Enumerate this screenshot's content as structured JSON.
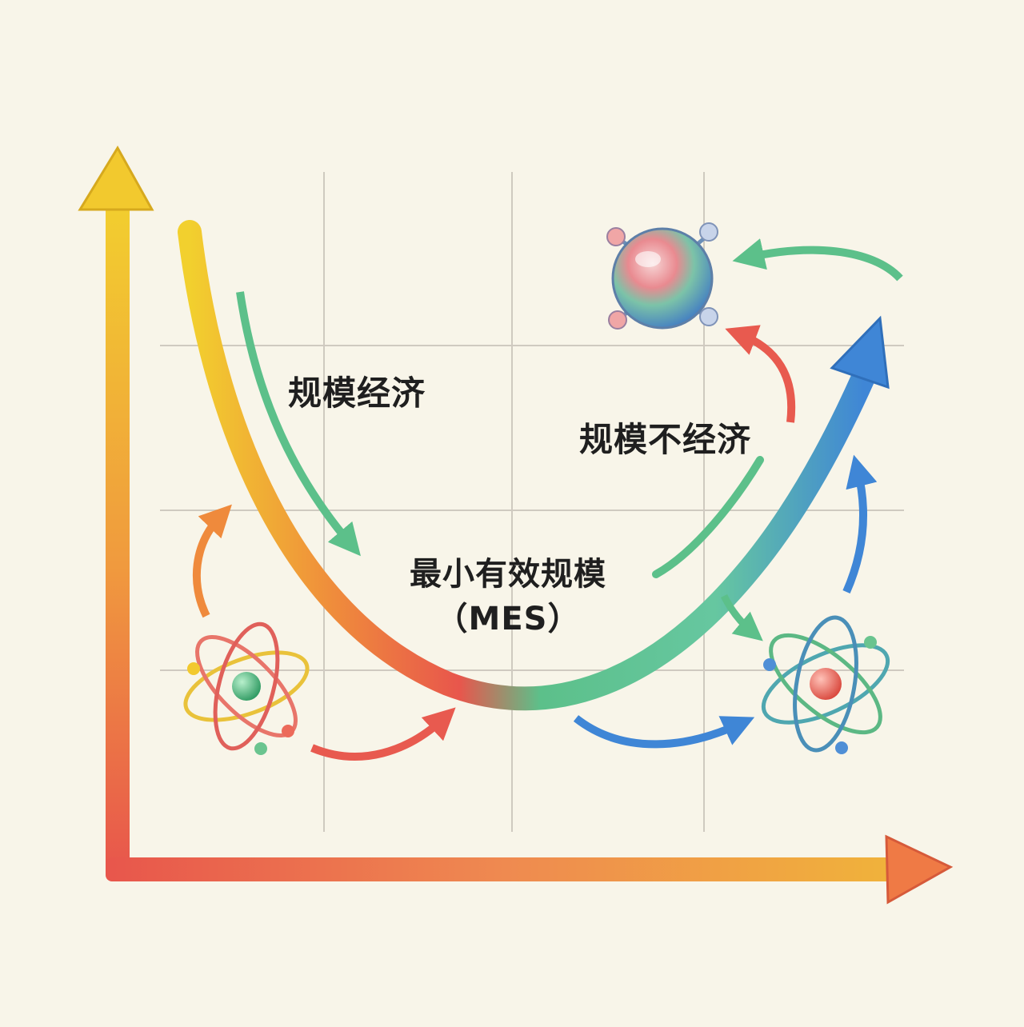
{
  "labels": {
    "economies_of_scale": "规模经济",
    "diseconomies_of_scale": "规模不经济",
    "mes_line1": "最小有效规模",
    "mes_line2": "（MES）"
  },
  "icons": {
    "left_atom": "atom-icon",
    "right_atom": "atom-icon",
    "top_molecule": "molecule-sphere-icon"
  },
  "colors": {
    "background": "#f8f5e9",
    "yellow": "#f2cf2e",
    "orange": "#ef8a3c",
    "red": "#e85a4f",
    "green": "#5cc08a",
    "blue": "#3f86d6",
    "grid": "#c9c9c9"
  }
}
